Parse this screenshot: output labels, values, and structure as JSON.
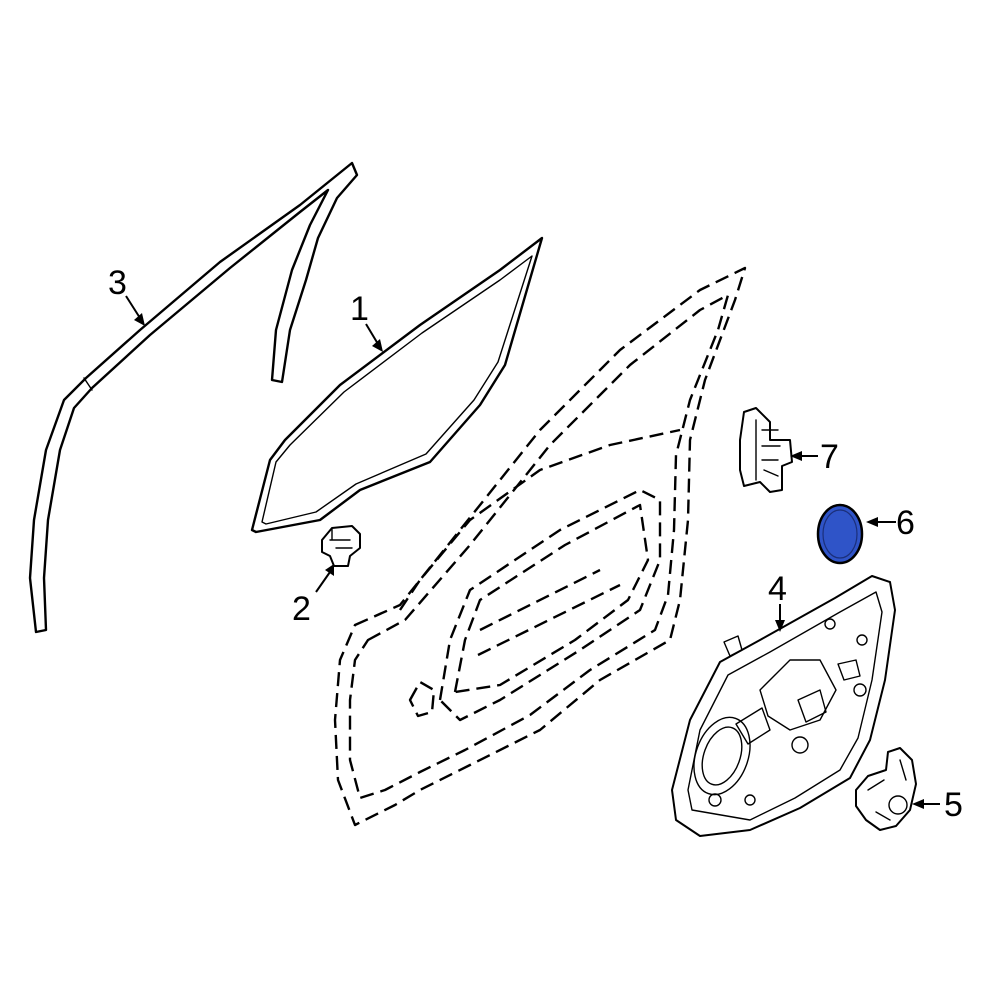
{
  "callouts": [
    {
      "id": "1",
      "label": "1"
    },
    {
      "id": "2",
      "label": "2"
    },
    {
      "id": "3",
      "label": "3"
    },
    {
      "id": "4",
      "label": "4"
    },
    {
      "id": "5",
      "label": "5"
    },
    {
      "id": "6",
      "label": "6"
    },
    {
      "id": "7",
      "label": "7"
    }
  ],
  "highlight_color": "#2f54c8"
}
